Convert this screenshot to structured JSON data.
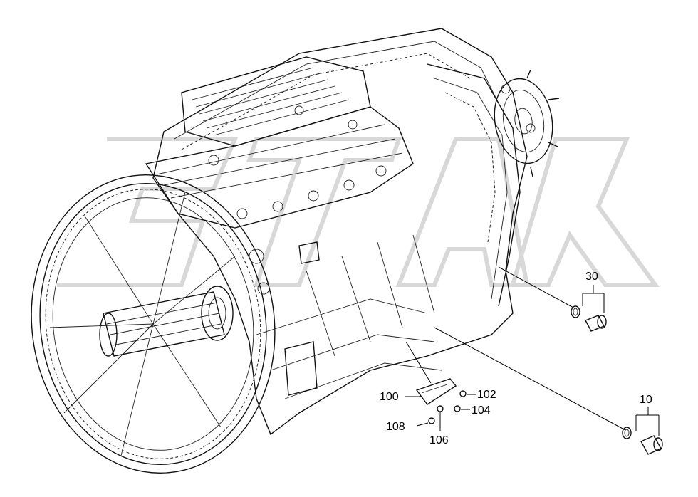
{
  "labels": {
    "l30": "30",
    "l10": "10",
    "l100": "100",
    "l102": "102",
    "l104": "104",
    "l106": "106",
    "l108": "108"
  }
}
